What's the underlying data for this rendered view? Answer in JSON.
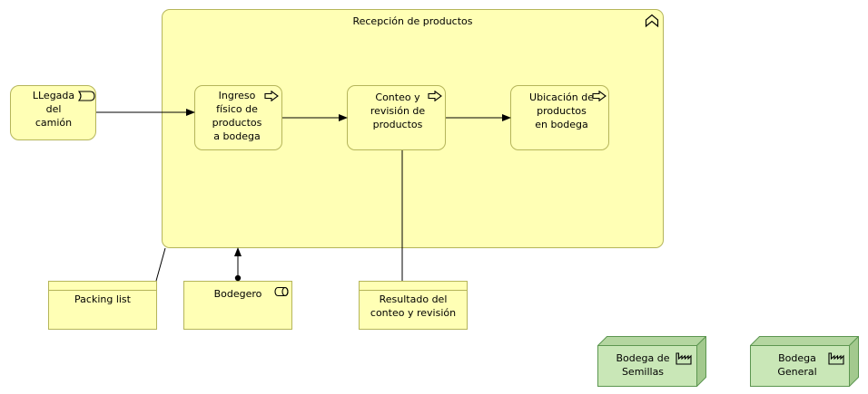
{
  "diagram": {
    "container": {
      "title": "Recepción de productos"
    },
    "event": {
      "label": "LLegada\ndel\ncamión"
    },
    "processes": [
      {
        "label": "Ingreso\nfísico de\nproductos\na bodega"
      },
      {
        "label": "Conteo y\nrevisión de\nproductos"
      },
      {
        "label": "Ubicación de\nproductos\nen bodega"
      }
    ],
    "objects": [
      {
        "label": "Packing list"
      },
      {
        "label": "Resultado del\nconteo y revisión"
      }
    ],
    "role": {
      "label": "Bodegero"
    },
    "facilities": [
      {
        "label": "Bodega de\nSemillas"
      },
      {
        "label": "Bodega\nGeneral"
      }
    ]
  }
}
